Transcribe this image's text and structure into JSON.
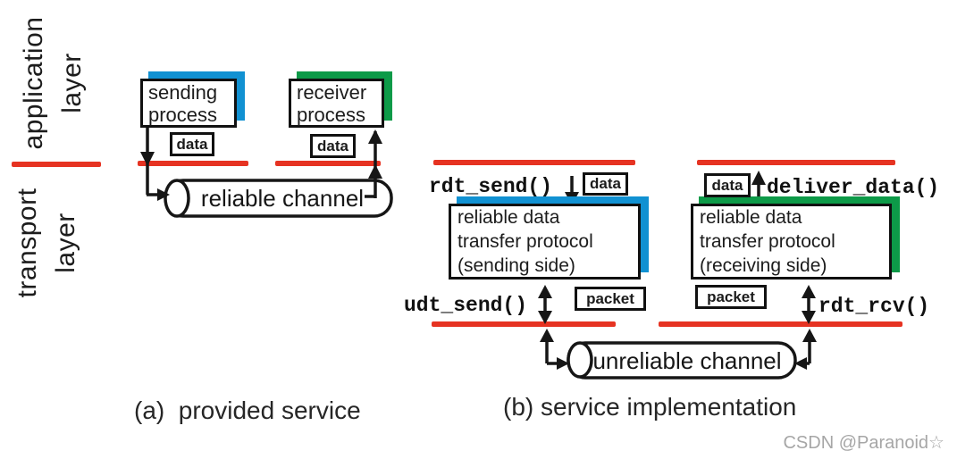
{
  "colors": {
    "boundary": "#e63322",
    "sender": "#1191d2",
    "receiver": "#0d9a48"
  },
  "layers": {
    "application": "application\nlayer",
    "transport": "transport\nlayer"
  },
  "panel_a": {
    "caption": "(a)  provided service",
    "sending_process": "sending\nprocess",
    "receiver_process": "receiver\nprocess",
    "data_out": "data",
    "data_in": "data",
    "channel": "reliable channel"
  },
  "panel_b": {
    "caption": "(b) service implementation",
    "rdt_send": "rdt_send()",
    "udt_send": "udt_send()",
    "deliver_data": "deliver_data()",
    "rdt_rcv": "rdt_rcv()",
    "data_out": "data",
    "data_in": "data",
    "packet_out": "packet",
    "packet_in": "packet",
    "sending_protocol": "reliable data\ntransfer protocol\n(sending side)",
    "receiving_protocol": "reliable data\ntransfer protocol\n(receiving side)",
    "channel": "unreliable channel"
  },
  "watermark": "CSDN @Paranoid☆"
}
